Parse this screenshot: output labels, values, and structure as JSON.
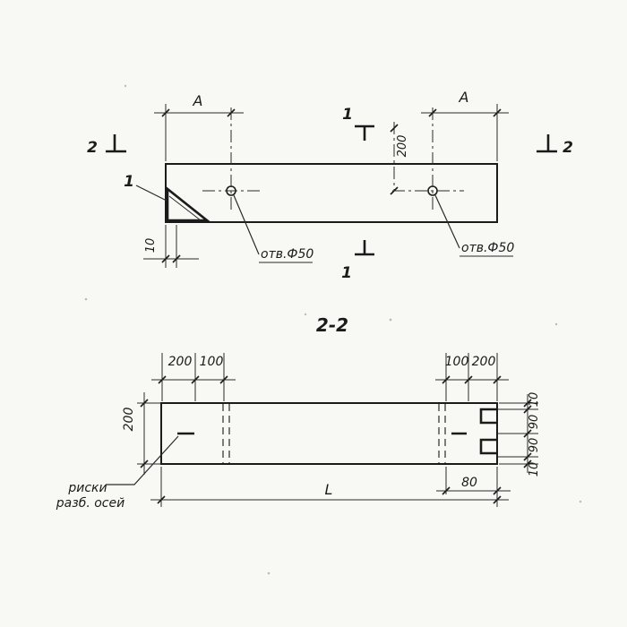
{
  "title": {
    "section_label": "2-2"
  },
  "plan_view": {
    "dim_A_left": "A",
    "dim_A_right": "A",
    "section_mark_2_left": "2",
    "section_mark_2_right": "2",
    "section_mark_1_top": "1",
    "section_mark_1_bottom": "1",
    "detail_callout": "1",
    "dim_200_vertical": "200",
    "hole_label_left": "отв.Ф50",
    "hole_label_right": "отв.Ф50",
    "dim_10_left": "10"
  },
  "section_view": {
    "dim_top_left_200": "200",
    "dim_top_left_100": "100",
    "dim_top_right_100": "100",
    "dim_top_right_200": "200",
    "dim_left_200": "200",
    "dim_right_10_top": "10",
    "dim_right_90_upper": "90",
    "dim_right_90_lower": "90",
    "dim_right_10_bottom": "10",
    "axis_marks_label_line1": "риски",
    "axis_marks_label_line2": "разб. осей",
    "dim_length_L": "L",
    "dim_80": "80"
  }
}
